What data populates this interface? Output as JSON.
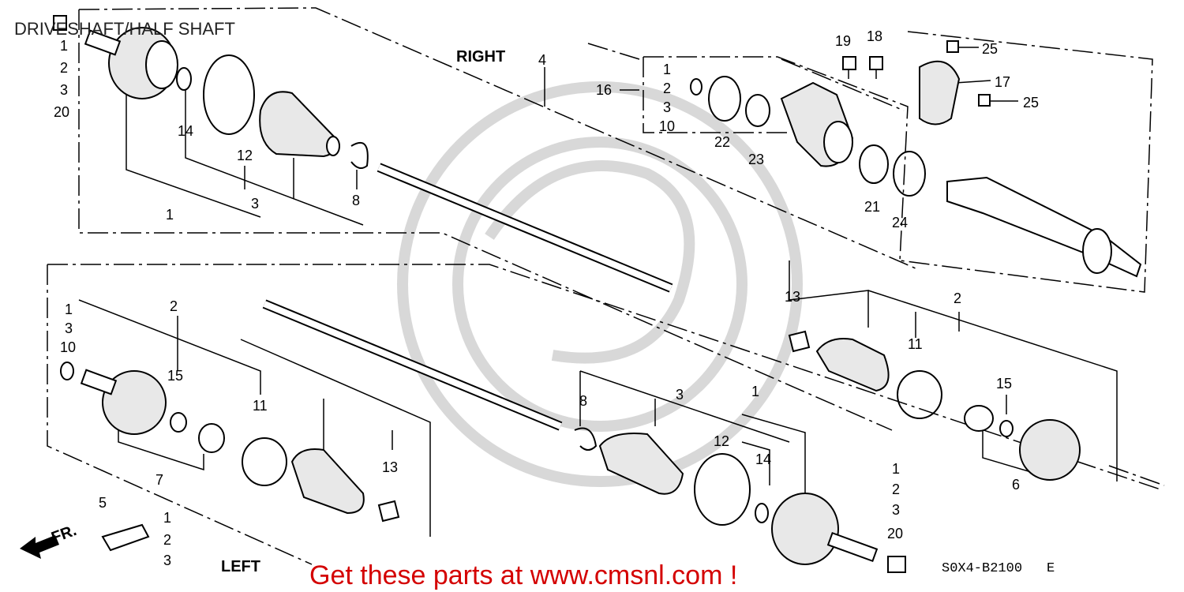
{
  "title": "DRIVESHAFT/HALF SHAFT",
  "side_labels": {
    "right": "RIGHT",
    "left": "LEFT"
  },
  "fr_label": "FR.",
  "diagram_code": "S0X4-B2100",
  "diagram_code_suffix": "E",
  "promo": "Get these parts at www.cmsnl.com !",
  "colors": {
    "promo": "#d40000",
    "lines": "#000000",
    "watermark": "#d8d8d8"
  },
  "callouts": {
    "c1": "1",
    "c2": "2",
    "c3": "3",
    "c20": "20",
    "c14": "14",
    "c12": "12",
    "c1b": "1",
    "c3b": "3",
    "c8": "8",
    "c4": "4",
    "c16": "16",
    "c1c": "1",
    "c2c": "2",
    "c3c": "3",
    "c10c": "10",
    "c22": "22",
    "c23": "23",
    "c19": "19",
    "c18": "18",
    "c25a": "25",
    "c17": "17",
    "c25b": "25",
    "c21": "21",
    "c24": "24",
    "c13r": "13",
    "c2r": "2",
    "c11r": "11",
    "c15r": "15",
    "c6": "6",
    "c1l": "1",
    "c3l": "3",
    "c10l": "10",
    "c2l": "2",
    "c15l": "15",
    "c7": "7",
    "c11l": "11",
    "c13l": "13",
    "c5": "5",
    "c1fr": "1",
    "c2fr": "2",
    "c3fr": "3",
    "c8m": "8",
    "c3m": "3",
    "c1m": "1",
    "c12m": "12",
    "c14m": "14",
    "c1e": "1",
    "c2e": "2",
    "c3e": "3",
    "c20e": "20"
  }
}
